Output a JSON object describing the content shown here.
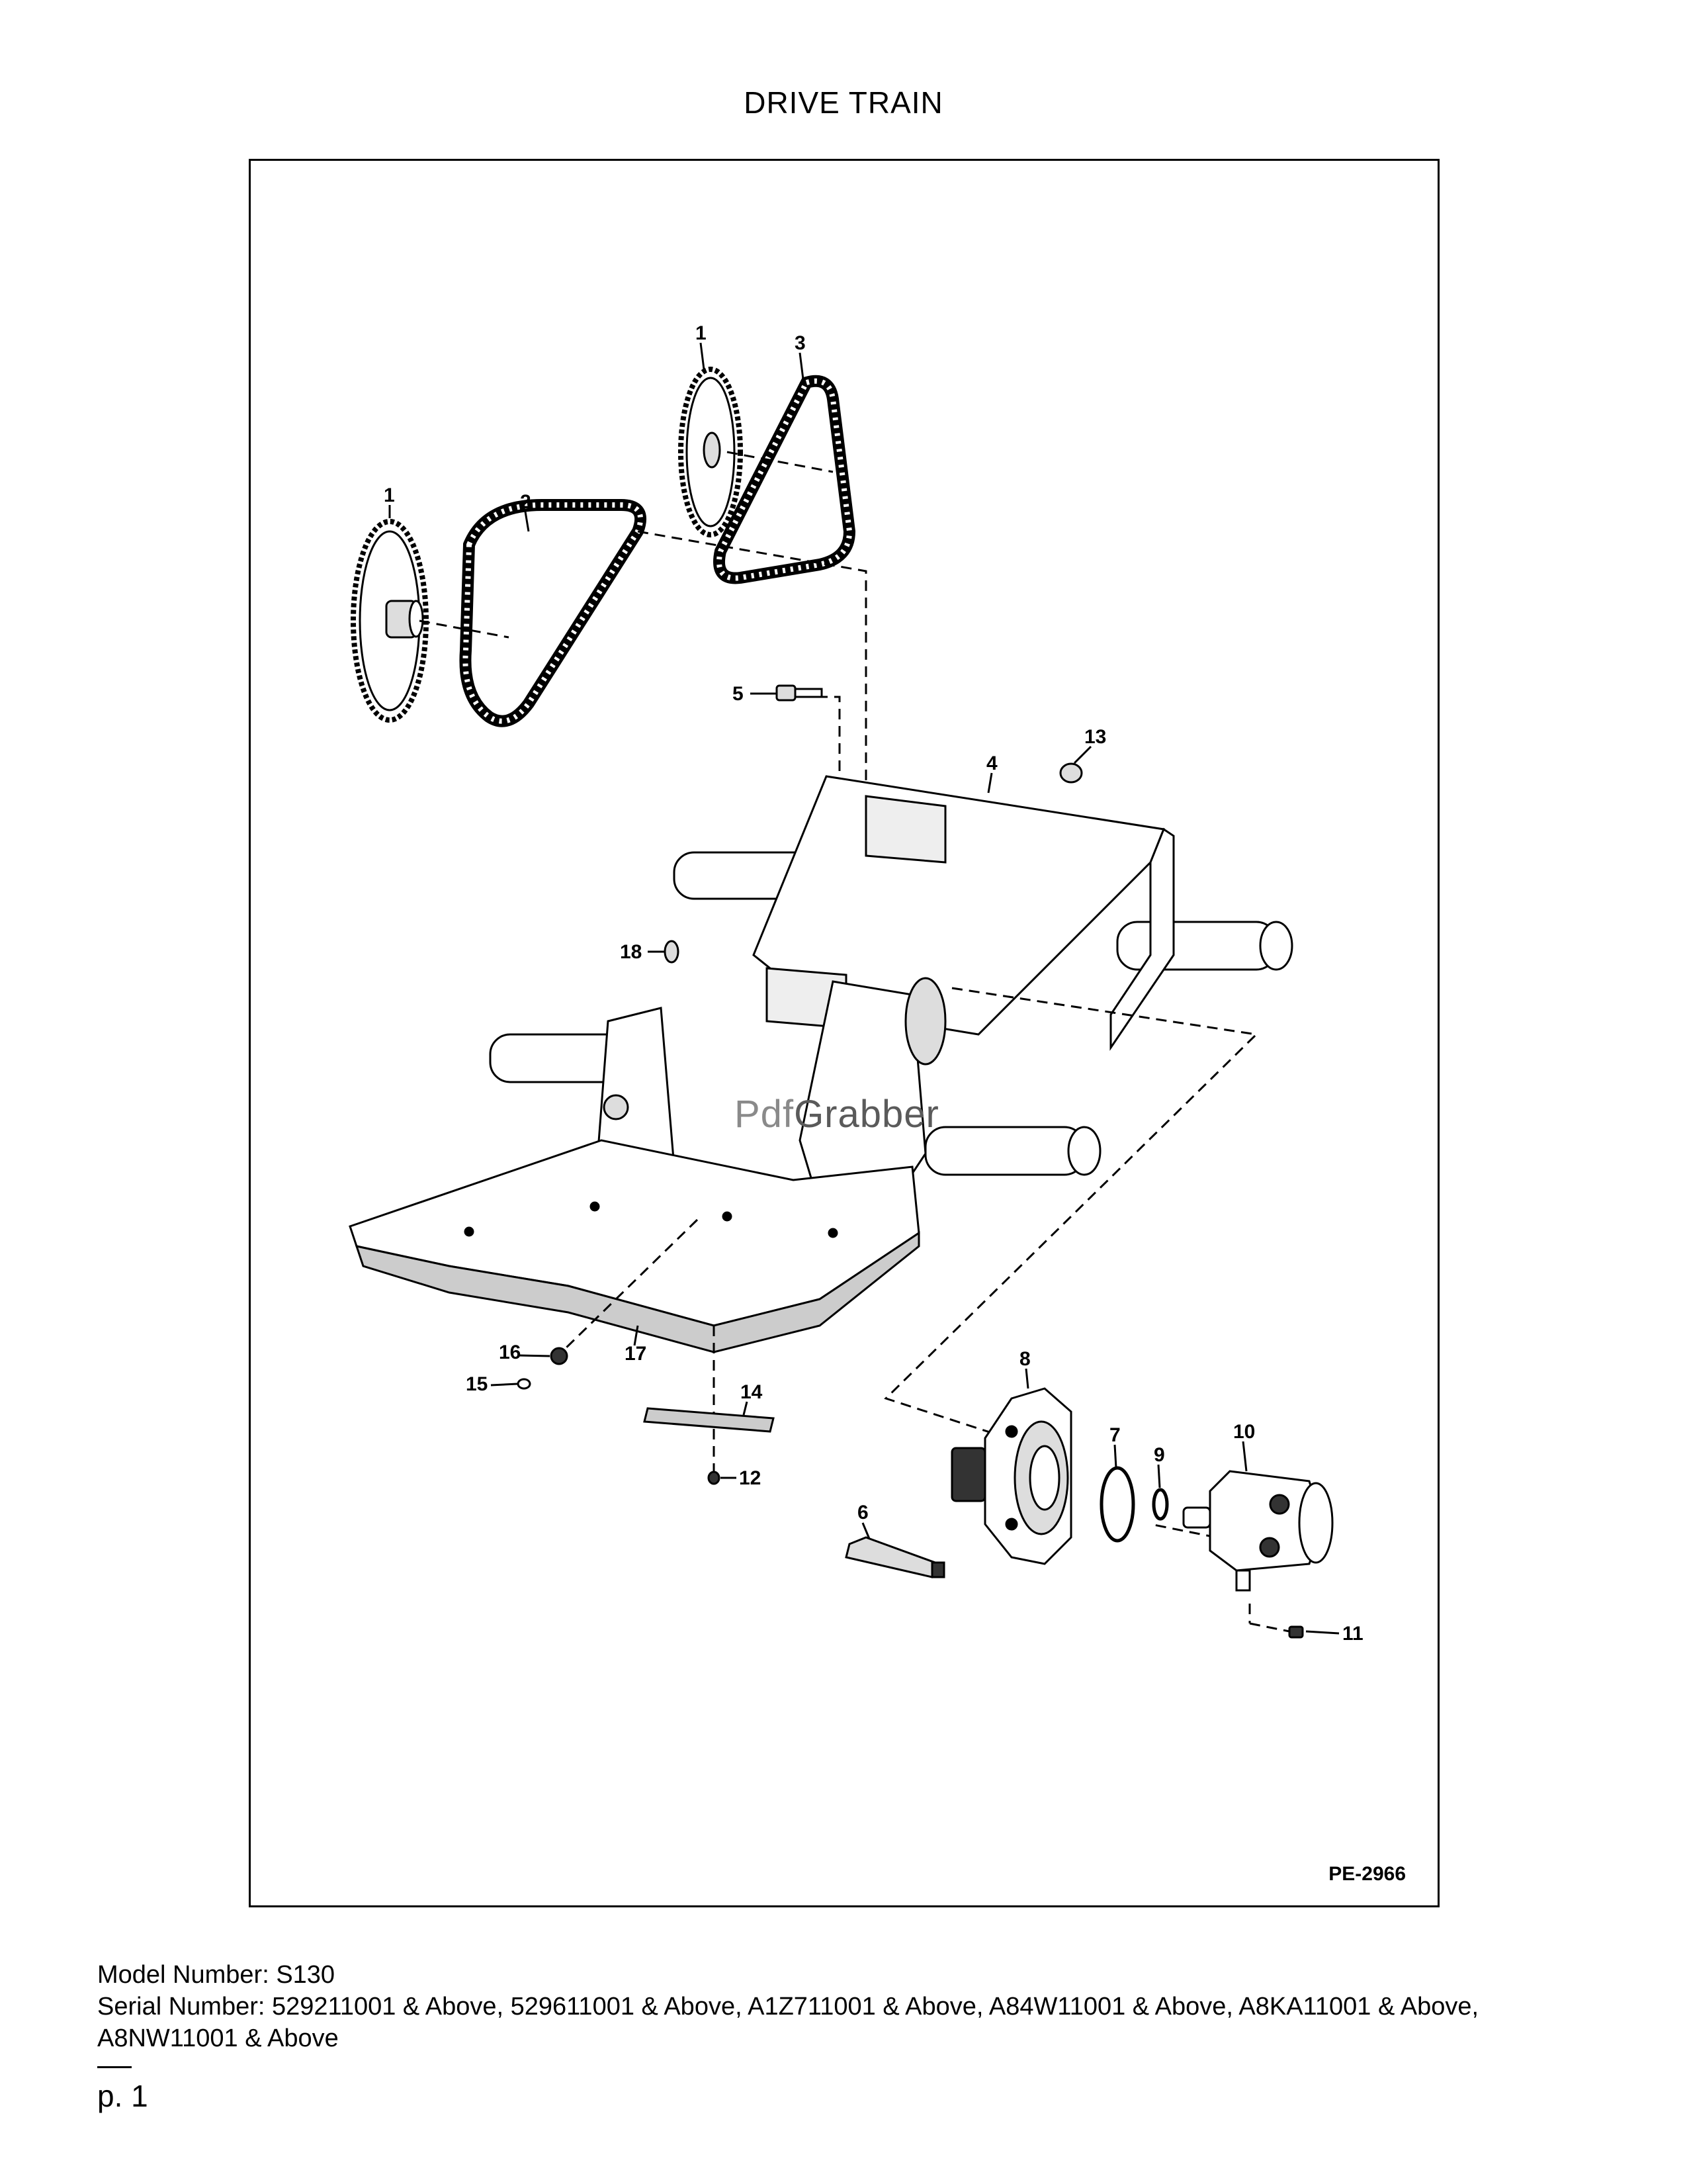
{
  "page": {
    "title": "DRIVE TRAIN",
    "page_number": "p. 1"
  },
  "diagram": {
    "drawing_id": "PE-2966",
    "callouts": {
      "c1a": "1",
      "c1b": "1",
      "c2": "2",
      "c3": "3",
      "c4": "4",
      "c5": "5",
      "c6": "6",
      "c7": "7",
      "c8": "8",
      "c9": "9",
      "c10": "10",
      "c11": "11",
      "c12": "12",
      "c13": "13",
      "c14": "14",
      "c15": "15",
      "c16": "16",
      "c17": "17",
      "c18": "18"
    },
    "watermark": {
      "part1": "Pdf",
      "part2": "Grabber"
    }
  },
  "footer": {
    "model_line": "Model Number: S130",
    "serial_line": "Serial Number: 529211001 & Above, 529611001 & Above, A1Z711001 & Above, A84W11001 & Above, A8KA11001 & Above, A8NW11001 & Above"
  }
}
